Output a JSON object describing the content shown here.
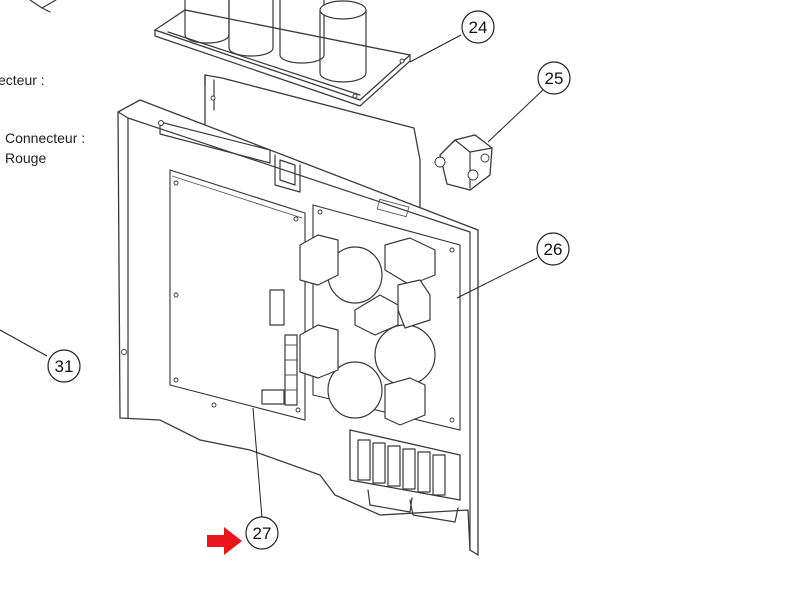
{
  "labels": {
    "connector_top": "ecteur :",
    "connector_red_line1": "Connecteur :",
    "connector_red_line2": "Rouge"
  },
  "callouts": {
    "c24": "24",
    "c25": "25",
    "c26": "26",
    "c27": "27",
    "c31": "31"
  },
  "colors": {
    "arrow": "#e8161b",
    "line": "#3a3a3a"
  },
  "icons": {
    "pointer": "red-arrow-icon"
  }
}
